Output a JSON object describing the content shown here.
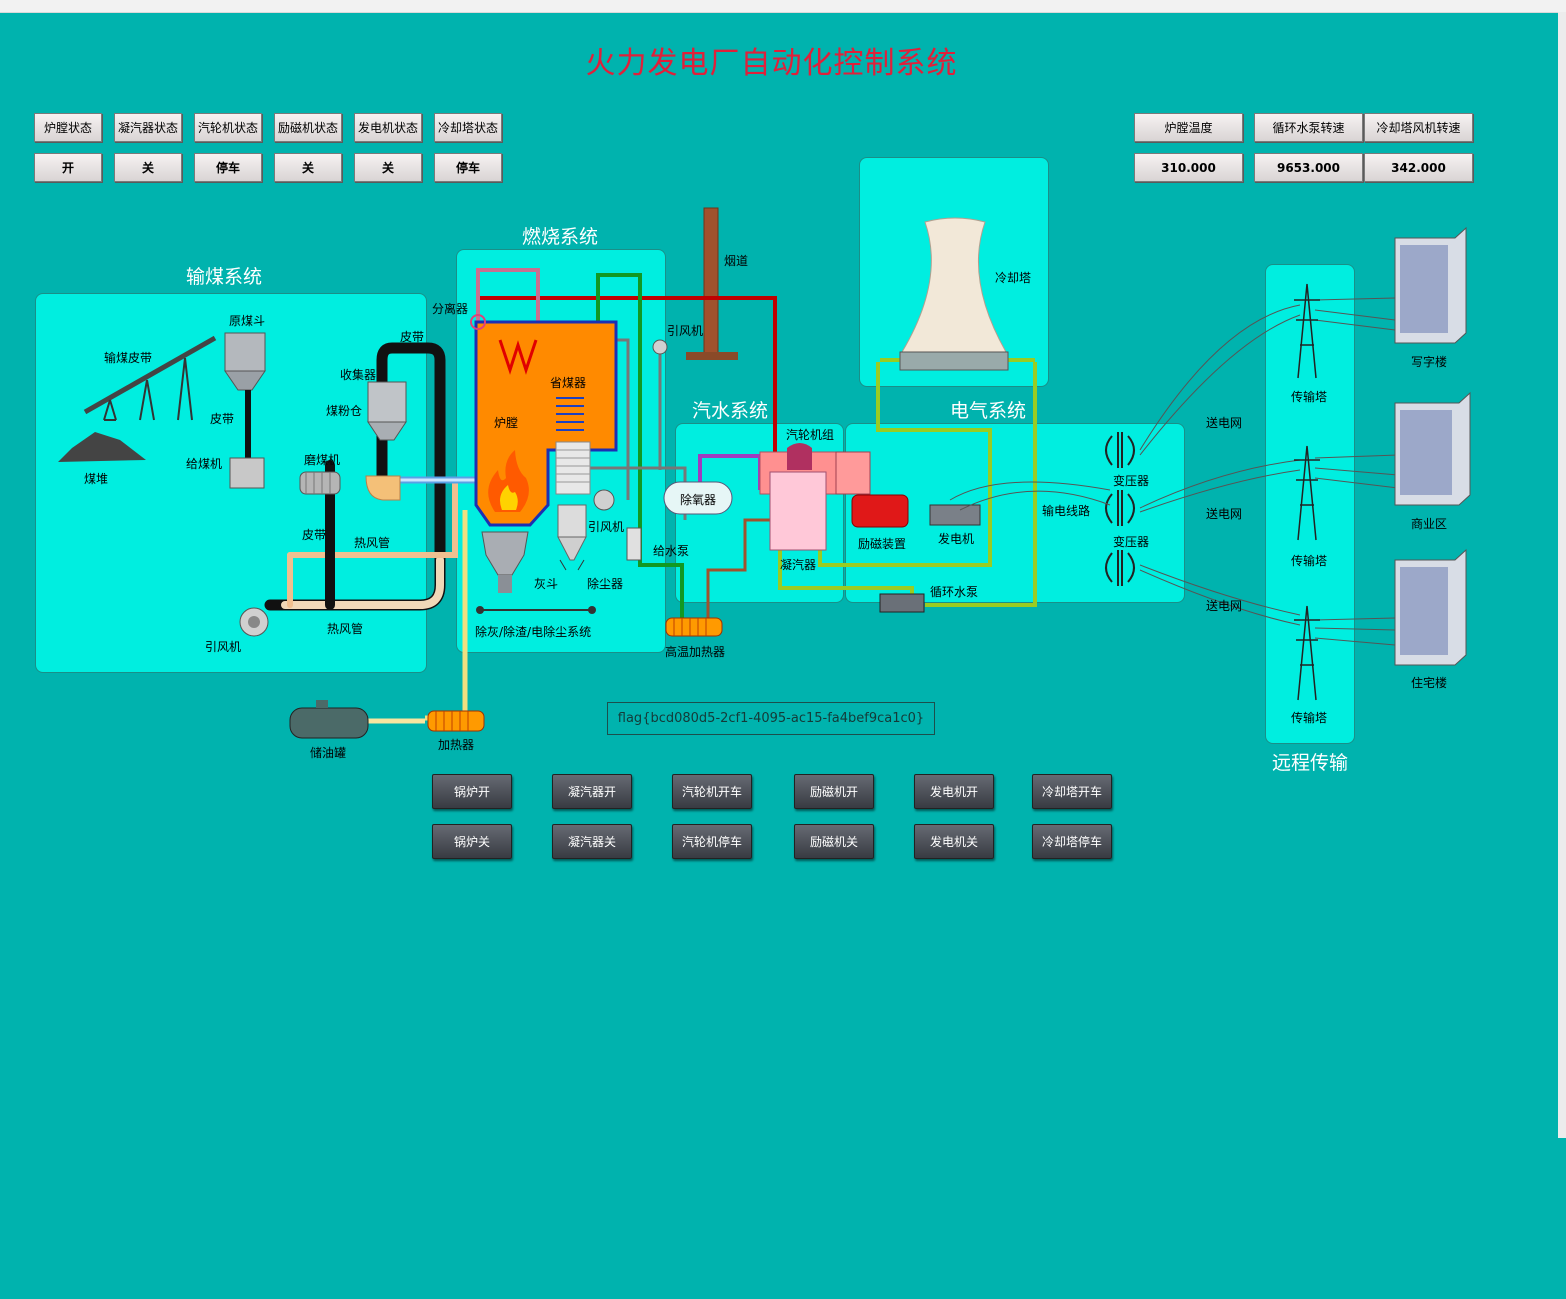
{
  "title": "火力发电厂自动化控制系统",
  "status": {
    "labels": [
      "炉膛状态",
      "凝汽器状态",
      "汽轮机状态",
      "励磁机状态",
      "发电机状态",
      "冷却塔状态"
    ],
    "values": [
      "开",
      "关",
      "停车",
      "关",
      "关",
      "停车"
    ]
  },
  "readings": {
    "labels": [
      "炉膛温度",
      "循环水泵转速",
      "冷却塔风机转速"
    ],
    "values": [
      "310.000",
      "9653.000",
      "342.000"
    ]
  },
  "sections": {
    "coal": "输煤系统",
    "combustion": "燃烧系统",
    "steam": "汽水系统",
    "electric": "电气系统",
    "remote": "远程传输"
  },
  "equipment": {
    "conveyor": "输煤皮带",
    "coal_pile": "煤堆",
    "raw_hopper": "原煤斗",
    "belt1": "皮带",
    "feeder": "给煤机",
    "mill": "磨煤机",
    "collector": "收集器",
    "powder_bin": "煤粉仓",
    "belt2": "皮带",
    "belt3": "皮带",
    "hot_air1": "热风管",
    "hot_air2": "热风管",
    "fan1": "引风机",
    "separator": "分离器",
    "economizer": "省煤器",
    "furnace": "炉膛",
    "ash_hopper": "灰斗",
    "dust": "除尘器",
    "fan2": "引风机",
    "ash_system": "除灰/除渣/电除尘系统",
    "chimney": "烟道",
    "fan3": "引风机",
    "deaerator": "除氧器",
    "feed_pump": "给水泵",
    "hp_heater": "高温加热器",
    "turbine": "汽轮机组",
    "condenser": "凝汽器",
    "exciter": "励磁装置",
    "generator": "发电机",
    "circ_pump": "循环水泵",
    "cooling_tower": "冷却塔",
    "line": "输电线路",
    "transformer1": "变压器",
    "transformer2": "变压器",
    "grid1": "送电网",
    "grid2": "送电网",
    "grid3": "送电网",
    "tower1": "传输塔",
    "tower2": "传输塔",
    "tower3": "传输塔",
    "office": "写字楼",
    "commercial": "商业区",
    "residential": "住宅楼",
    "oil_tank": "储油罐",
    "heater": "加热器"
  },
  "flag": "flag{bcd080d5-2cf1-4095-ac15-fa4bef9ca1c0}",
  "controls": {
    "on": [
      "锅炉开",
      "凝汽器开",
      "汽轮机开车",
      "励磁机开",
      "发电机开",
      "冷却塔开车"
    ],
    "off": [
      "锅炉关",
      "凝汽器关",
      "汽轮机停车",
      "励磁机关",
      "发电机关",
      "冷却塔停车"
    ]
  },
  "colors": {
    "background": "#00b3ae",
    "panel": "#00eee0",
    "title": "#e0203a",
    "furnace": "#ff8a00",
    "steam_pipe": "#c00000"
  }
}
